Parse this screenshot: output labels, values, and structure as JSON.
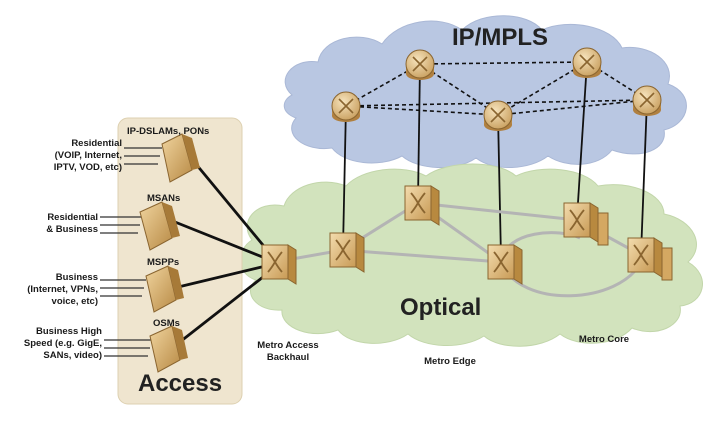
{
  "clouds": {
    "ip_mpls": {
      "label": "IP/MPLS",
      "color": "#b9c7e2"
    },
    "optical": {
      "label": "Optical",
      "color": "#d2e3bd"
    }
  },
  "access_box": {
    "label": "Access",
    "color": "#efe5cf"
  },
  "colors": {
    "router_fill": "#e2c48a",
    "switch_fill": "#e5c68c",
    "black_link": "#111111",
    "gray_link": "#b4b4b4"
  },
  "access_groups": [
    {
      "device": "IP-DSLAMs, PONs",
      "customer": "Residential\n(VOIP, Internet,\nIPTV, VOD, etc)"
    },
    {
      "device": "MSANs",
      "customer": "Residential\n& Business"
    },
    {
      "device": "MSPPs",
      "customer": "Business\n(Internet, VPNs,\nvoice, etc)"
    },
    {
      "device": "OSMs",
      "customer": "Business High\nSpeed (e.g. GigE,\nSANs, video)"
    }
  ],
  "metro_labels": {
    "access_backhaul": "Metro Access\nBackhaul",
    "edge": "Metro Edge",
    "core": "Metro Core"
  }
}
